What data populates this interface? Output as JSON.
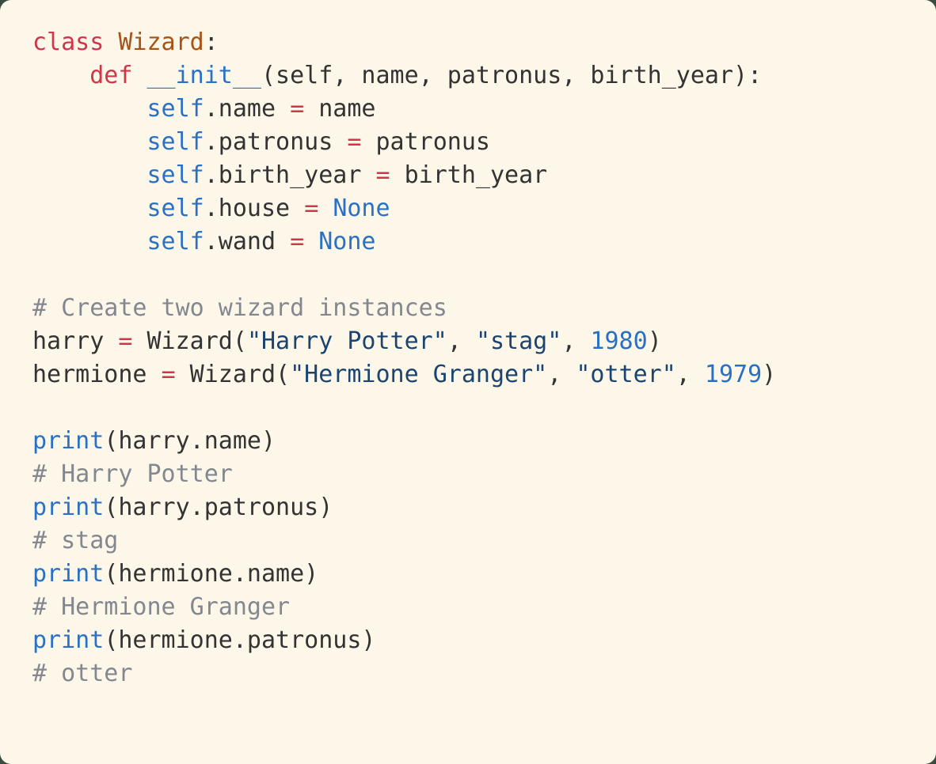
{
  "palette": {
    "page_bg": "#3a4c41",
    "card_bg": "#fdf7e9",
    "plain": "#333333",
    "keyword": "#ce3649",
    "classname": "#a65317",
    "builtin": "#2a71c5",
    "string": "#1b4470",
    "number": "#2b6fc2",
    "comment": "#83878f"
  },
  "code": {
    "lines": [
      [
        [
          "kw",
          "class"
        ],
        [
          "plain",
          " "
        ],
        [
          "cls",
          "Wizard"
        ],
        [
          "plain",
          ":"
        ]
      ],
      [
        [
          "plain",
          "    "
        ],
        [
          "kw",
          "def"
        ],
        [
          "plain",
          " "
        ],
        [
          "blue",
          "__init__"
        ],
        [
          "plain",
          "(self, name, patronus, birth_year):"
        ]
      ],
      [
        [
          "plain",
          "        "
        ],
        [
          "blue",
          "self"
        ],
        [
          "plain",
          ".name "
        ],
        [
          "kw",
          "="
        ],
        [
          "plain",
          " name"
        ]
      ],
      [
        [
          "plain",
          "        "
        ],
        [
          "blue",
          "self"
        ],
        [
          "plain",
          ".patronus "
        ],
        [
          "kw",
          "="
        ],
        [
          "plain",
          " patronus"
        ]
      ],
      [
        [
          "plain",
          "        "
        ],
        [
          "blue",
          "self"
        ],
        [
          "plain",
          ".birth_year "
        ],
        [
          "kw",
          "="
        ],
        [
          "plain",
          " birth_year"
        ]
      ],
      [
        [
          "plain",
          "        "
        ],
        [
          "blue",
          "self"
        ],
        [
          "plain",
          ".house "
        ],
        [
          "kw",
          "="
        ],
        [
          "plain",
          " "
        ],
        [
          "blue",
          "None"
        ]
      ],
      [
        [
          "plain",
          "        "
        ],
        [
          "blue",
          "self"
        ],
        [
          "plain",
          ".wand "
        ],
        [
          "kw",
          "="
        ],
        [
          "plain",
          " "
        ],
        [
          "blue",
          "None"
        ]
      ],
      [],
      [
        [
          "com",
          "# Create two wizard instances"
        ]
      ],
      [
        [
          "plain",
          "harry "
        ],
        [
          "kw",
          "="
        ],
        [
          "plain",
          " Wizard("
        ],
        [
          "str",
          "\"Harry Potter\""
        ],
        [
          "plain",
          ", "
        ],
        [
          "str",
          "\"stag\""
        ],
        [
          "plain",
          ", "
        ],
        [
          "num",
          "1980"
        ],
        [
          "plain",
          ")"
        ]
      ],
      [
        [
          "plain",
          "hermione "
        ],
        [
          "kw",
          "="
        ],
        [
          "plain",
          " Wizard("
        ],
        [
          "str",
          "\"Hermione Granger\""
        ],
        [
          "plain",
          ", "
        ],
        [
          "str",
          "\"otter\""
        ],
        [
          "plain",
          ", "
        ],
        [
          "num",
          "1979"
        ],
        [
          "plain",
          ")"
        ]
      ],
      [],
      [
        [
          "blue",
          "print"
        ],
        [
          "plain",
          "(harry.name)"
        ]
      ],
      [
        [
          "com",
          "# Harry Potter"
        ]
      ],
      [
        [
          "blue",
          "print"
        ],
        [
          "plain",
          "(harry.patronus)"
        ]
      ],
      [
        [
          "com",
          "# stag"
        ]
      ],
      [
        [
          "blue",
          "print"
        ],
        [
          "plain",
          "(hermione.name)"
        ]
      ],
      [
        [
          "com",
          "# Hermione Granger"
        ]
      ],
      [
        [
          "blue",
          "print"
        ],
        [
          "plain",
          "(hermione.patronus)"
        ]
      ],
      [
        [
          "com",
          "# otter"
        ]
      ]
    ]
  }
}
